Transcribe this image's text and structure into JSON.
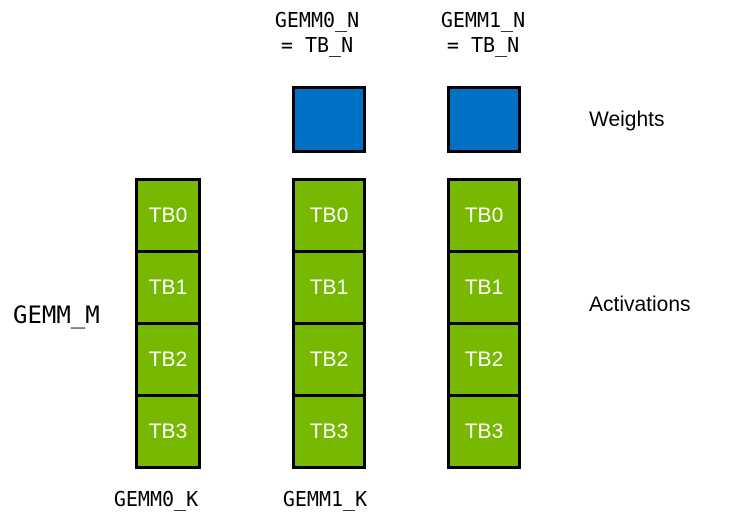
{
  "diagram": {
    "title_context": "GEMM thread-block tiling",
    "top_labels": [
      {
        "line1": "GEMM0_N",
        "line2": "= TB_N"
      },
      {
        "line1": "GEMM1_N",
        "line2": "= TB_N"
      }
    ],
    "right_labels": {
      "weights": "Weights",
      "activations": "Activations"
    },
    "left_label": "GEMM_M",
    "bottom_labels": [
      "GEMM0_K",
      "GEMM1_K"
    ],
    "columns": [
      {
        "id": "gemm-m",
        "cells": [
          "TB0",
          "TB1",
          "TB2",
          "TB3"
        ]
      },
      {
        "id": "gemm0",
        "cells": [
          "TB0",
          "TB1",
          "TB2",
          "TB3"
        ]
      },
      {
        "id": "gemm1",
        "cells": [
          "TB0",
          "TB1",
          "TB2",
          "TB3"
        ]
      }
    ],
    "colors": {
      "weights_fill": "#0072C6",
      "activations_fill": "#76B900",
      "outline": "#000000",
      "tb_text": "#FFFFFF",
      "label_text": "#000000",
      "background": "#FFFFFF"
    }
  }
}
